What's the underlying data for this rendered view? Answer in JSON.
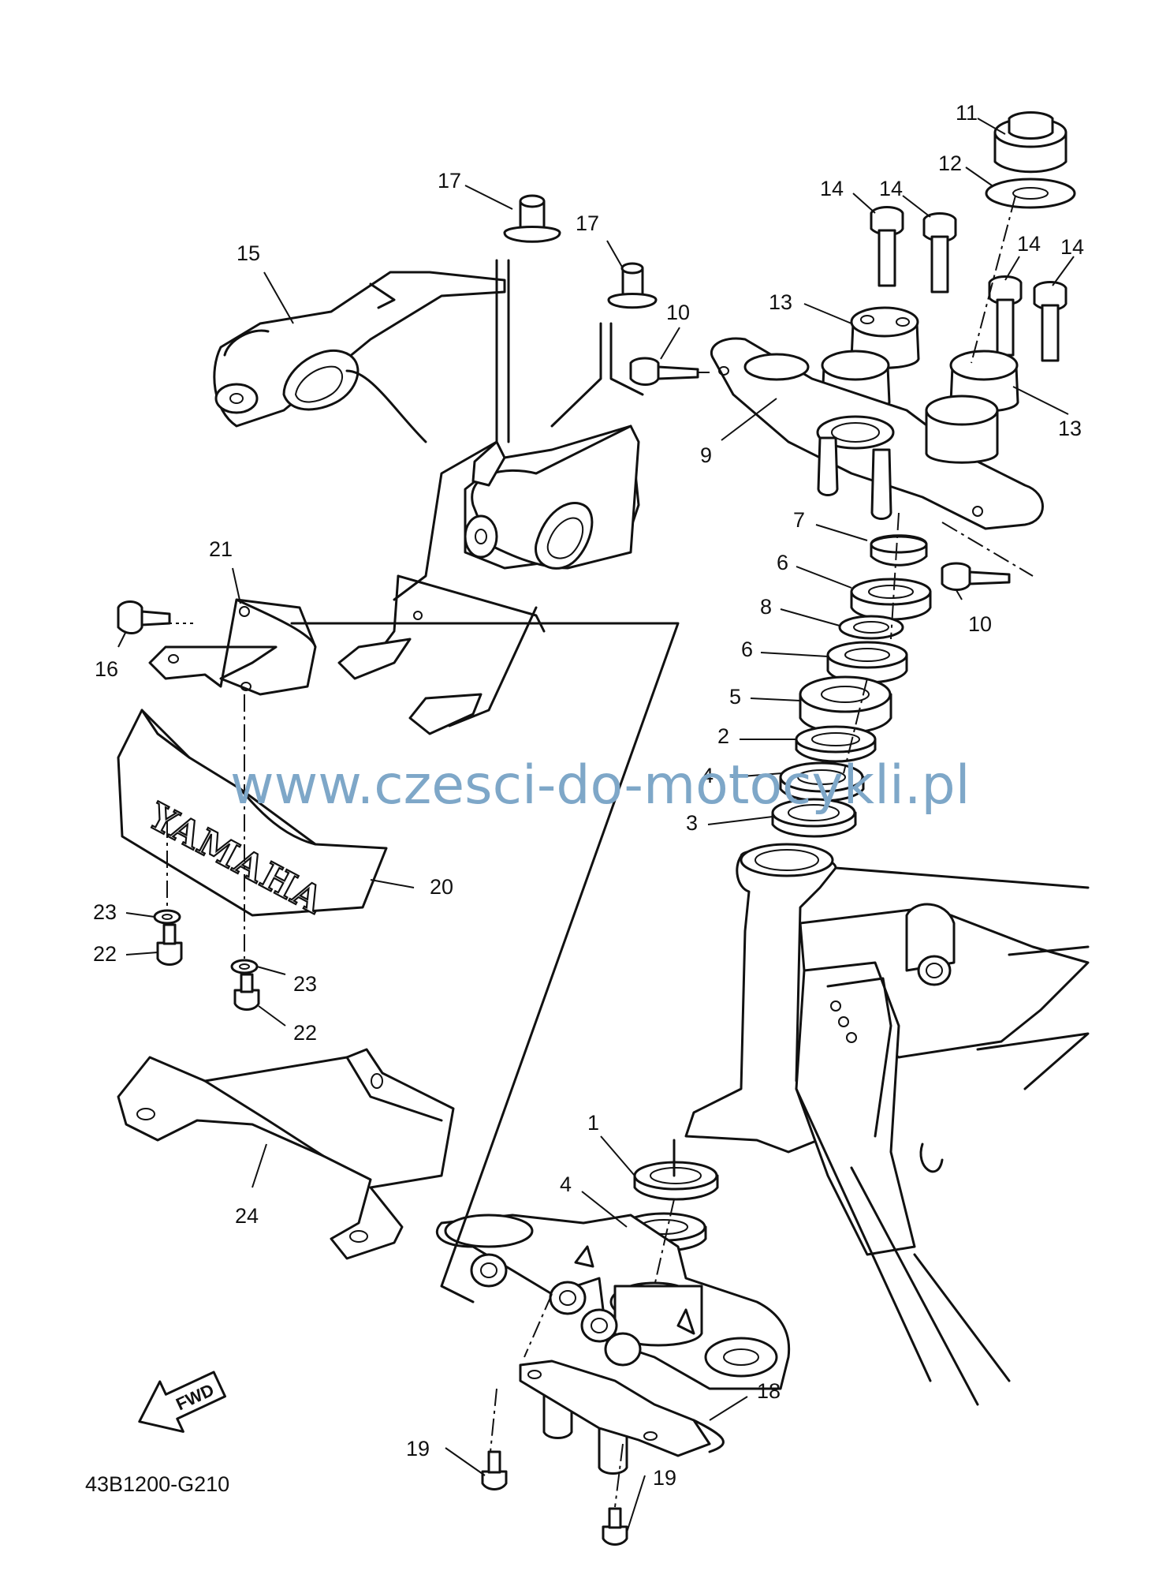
{
  "diagram": {
    "drawing_code": "43B1200-G210",
    "watermark": "www.czesci-do-motocykli.pl",
    "brand_mark": "YAMAHA",
    "direction_badge": "FWD",
    "colors": {
      "line": "#111111",
      "background": "#ffffff",
      "watermark": "#7ea7c8"
    },
    "callouts": [
      {
        "id": "c11",
        "label": "11"
      },
      {
        "id": "c12",
        "label": "12"
      },
      {
        "id": "c14a",
        "label": "14"
      },
      {
        "id": "c14b",
        "label": "14"
      },
      {
        "id": "c14c",
        "label": "14"
      },
      {
        "id": "c14d",
        "label": "14"
      },
      {
        "id": "c17a",
        "label": "17"
      },
      {
        "id": "c17b",
        "label": "17"
      },
      {
        "id": "c15",
        "label": "15"
      },
      {
        "id": "c10a",
        "label": "10"
      },
      {
        "id": "c13a",
        "label": "13"
      },
      {
        "id": "c13b",
        "label": "13"
      },
      {
        "id": "c9",
        "label": "9"
      },
      {
        "id": "c7",
        "label": "7"
      },
      {
        "id": "c6a",
        "label": "6"
      },
      {
        "id": "c10b",
        "label": "10"
      },
      {
        "id": "c8",
        "label": "8"
      },
      {
        "id": "c21",
        "label": "21"
      },
      {
        "id": "c16",
        "label": "16"
      },
      {
        "id": "c6b",
        "label": "6"
      },
      {
        "id": "c5",
        "label": "5"
      },
      {
        "id": "c2",
        "label": "2"
      },
      {
        "id": "c4a",
        "label": "4"
      },
      {
        "id": "c3",
        "label": "3"
      },
      {
        "id": "c20",
        "label": "20"
      },
      {
        "id": "c23a",
        "label": "23"
      },
      {
        "id": "c22a",
        "label": "22"
      },
      {
        "id": "c23b",
        "label": "23"
      },
      {
        "id": "c22b",
        "label": "22"
      },
      {
        "id": "c1",
        "label": "1"
      },
      {
        "id": "c4b",
        "label": "4"
      },
      {
        "id": "c24",
        "label": "24"
      },
      {
        "id": "c18",
        "label": "18"
      },
      {
        "id": "c19a",
        "label": "19"
      },
      {
        "id": "c19b",
        "label": "19"
      }
    ]
  }
}
